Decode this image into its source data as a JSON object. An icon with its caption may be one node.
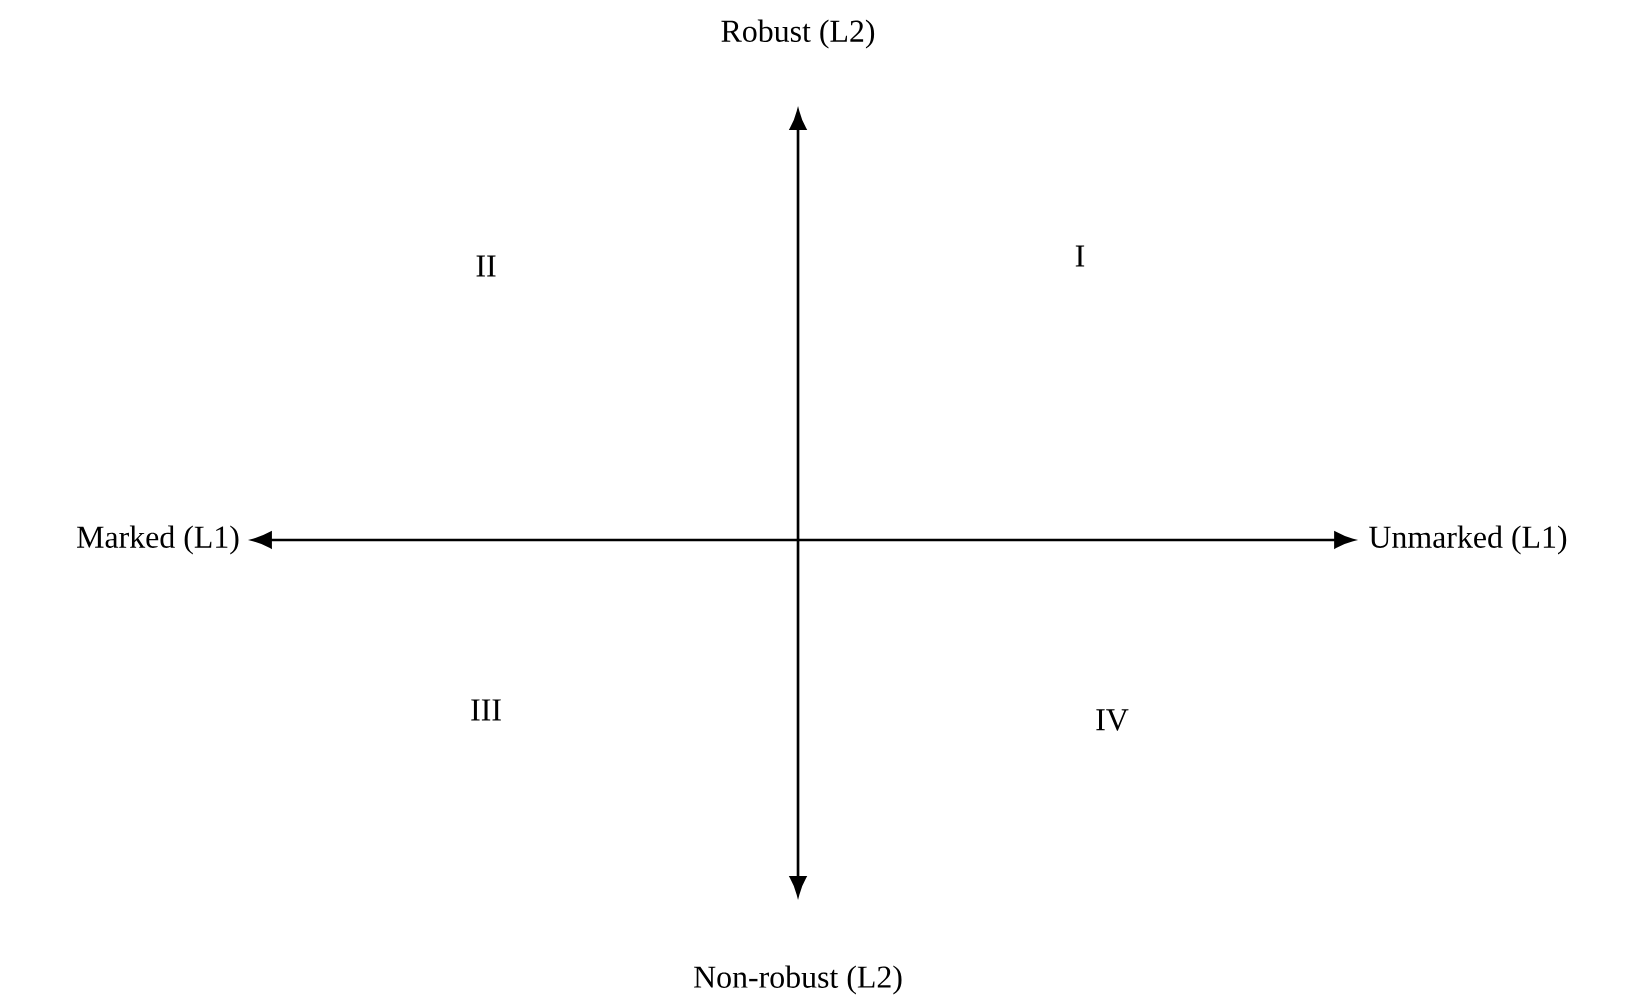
{
  "diagram": {
    "nodes": [
      {
        "text": [
          "Robust (L2)"
        ]
      },
      {
        "text": [
          "Non-robust (L2)"
        ]
      },
      {
        "text": [
          "Marked (L1)"
        ]
      },
      {
        "text": [
          "Unmarked (L1)"
        ]
      }
    ],
    "edges": [
      {
        "from": 0,
        "to": 1,
        "arrow": "both"
      },
      {
        "from": 2,
        "to": 3,
        "arrow": "both"
      }
    ],
    "labels": [
      "II",
      "I",
      "III",
      "IV"
    ]
  }
}
